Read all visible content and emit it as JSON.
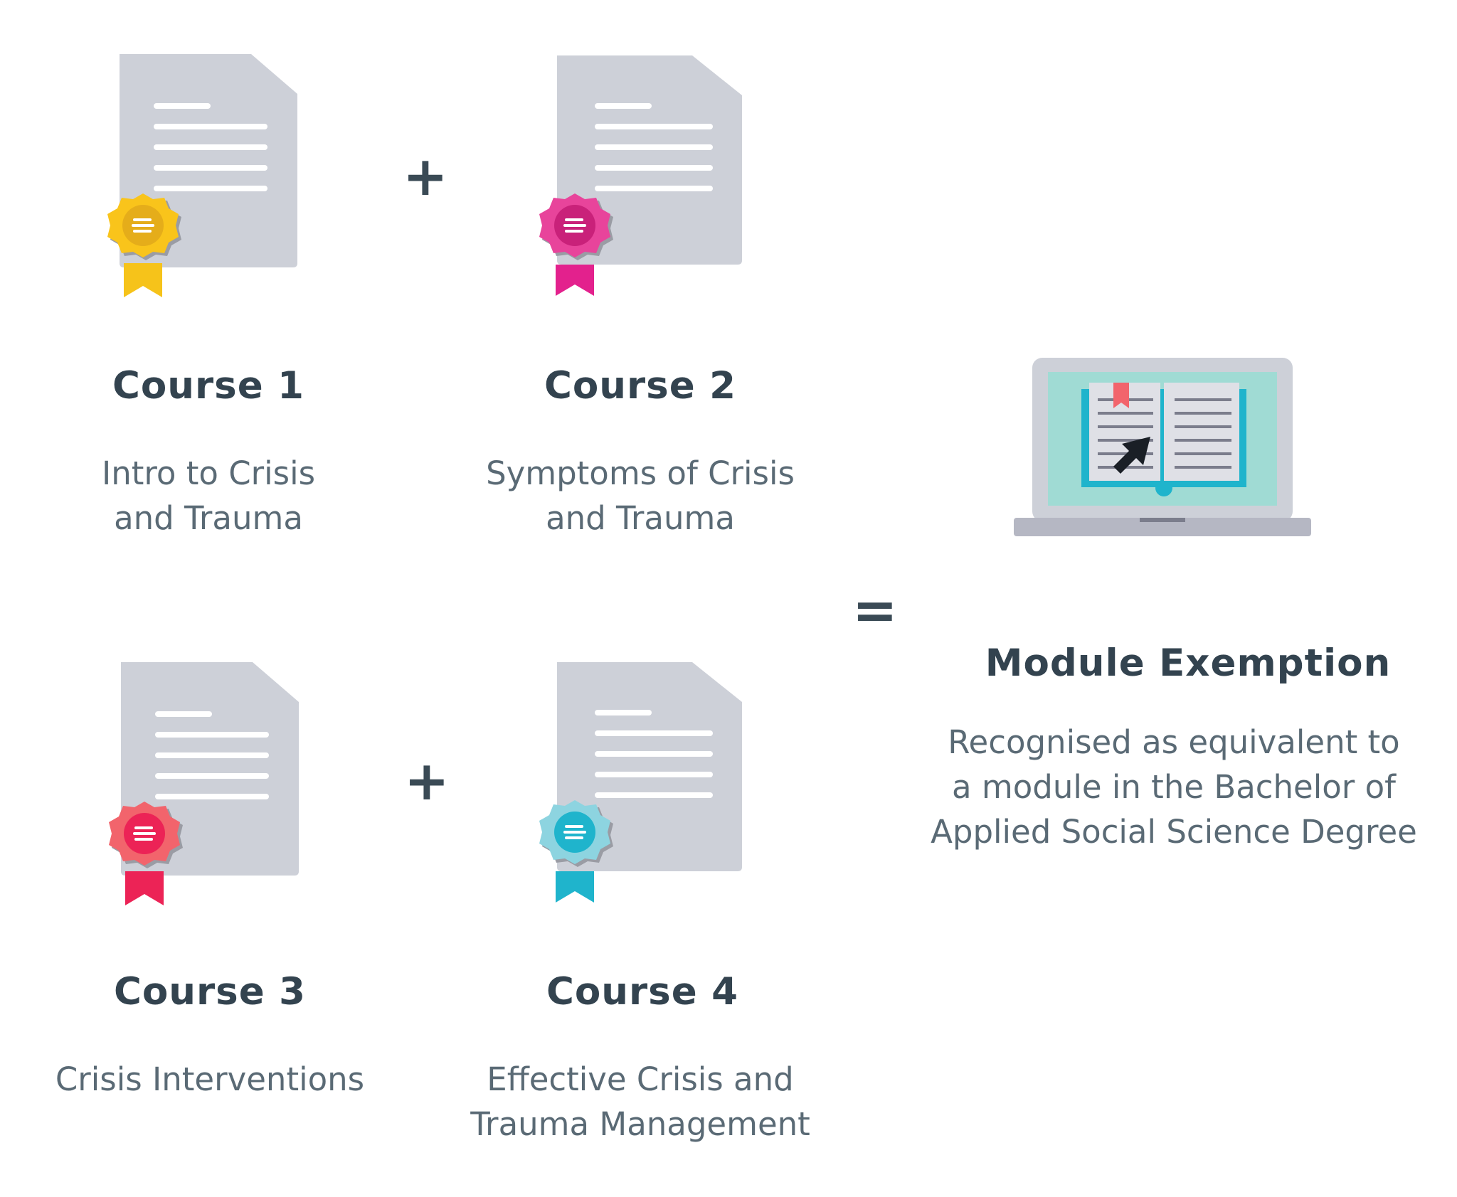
{
  "courses": [
    {
      "title": "Course 1",
      "description": "Intro to Crisis\nand Trauma",
      "badge_color": "#f9c41b",
      "badge_inner": "#e5ad1a",
      "ribbon_color": "#f6c31a"
    },
    {
      "title": "Course 2",
      "description": "Symptoms of Crisis\nand Trauma",
      "badge_color": "#e8449b",
      "badge_inner": "#c9217a",
      "ribbon_color": "#e3218d"
    },
    {
      "title": "Course 3",
      "description": "Crisis Interventions",
      "badge_color": "#f2646c",
      "badge_inner": "#ec2356",
      "ribbon_color": "#ec2356"
    },
    {
      "title": "Course 4",
      "description": "Effective Crisis and\nTrauma Management",
      "badge_color": "#8dd4e0",
      "badge_inner": "#1fb4cc",
      "ribbon_color": "#1fb4cc"
    }
  ],
  "operators": {
    "plus": "+",
    "equals": "="
  },
  "result": {
    "title": "Module Exemption",
    "description": "Recognised as equivalent to\na module in the Bachelor of\nApplied Social Science Degree"
  },
  "colors": {
    "document": "#cdd0d8",
    "heading": "#33434f",
    "body_text": "#5a6a75",
    "laptop_screen": "#a0dbd4",
    "book_blue": "#1fb4cc"
  },
  "icons": [
    "certificate-icon",
    "badge-icon",
    "laptop-icon",
    "open-book-icon",
    "cursor-arrow-icon",
    "bookmark-icon"
  ]
}
